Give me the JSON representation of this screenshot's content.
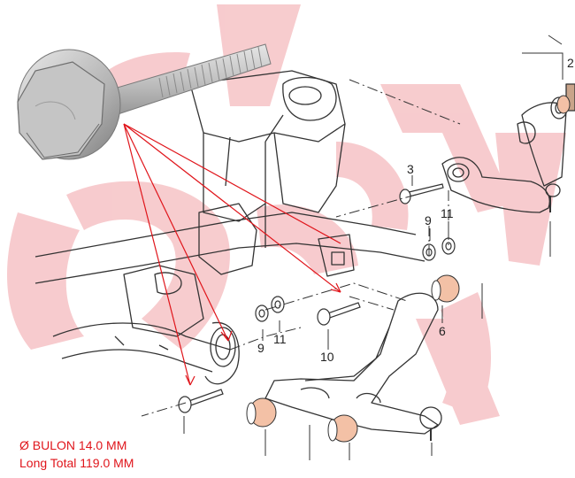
{
  "callouts": {
    "c3": "3",
    "c9_upper": "9",
    "c11_upper": "11",
    "c9_lower": "9",
    "c11_lower": "11",
    "c10": "10",
    "c6": "6",
    "c2": "2"
  },
  "spec": {
    "diameter": "Ø BULON 14.0 MM",
    "length": "Long Total 119.0 MM"
  },
  "colors": {
    "accent_red": "#e0151b",
    "watermark_pink": "#f6c3c6",
    "line": "#333333",
    "bolt_grey": "#c9c9c9"
  },
  "icons": {
    "bolt_photo": "bolt-icon",
    "watermark": "watermark-logo"
  }
}
